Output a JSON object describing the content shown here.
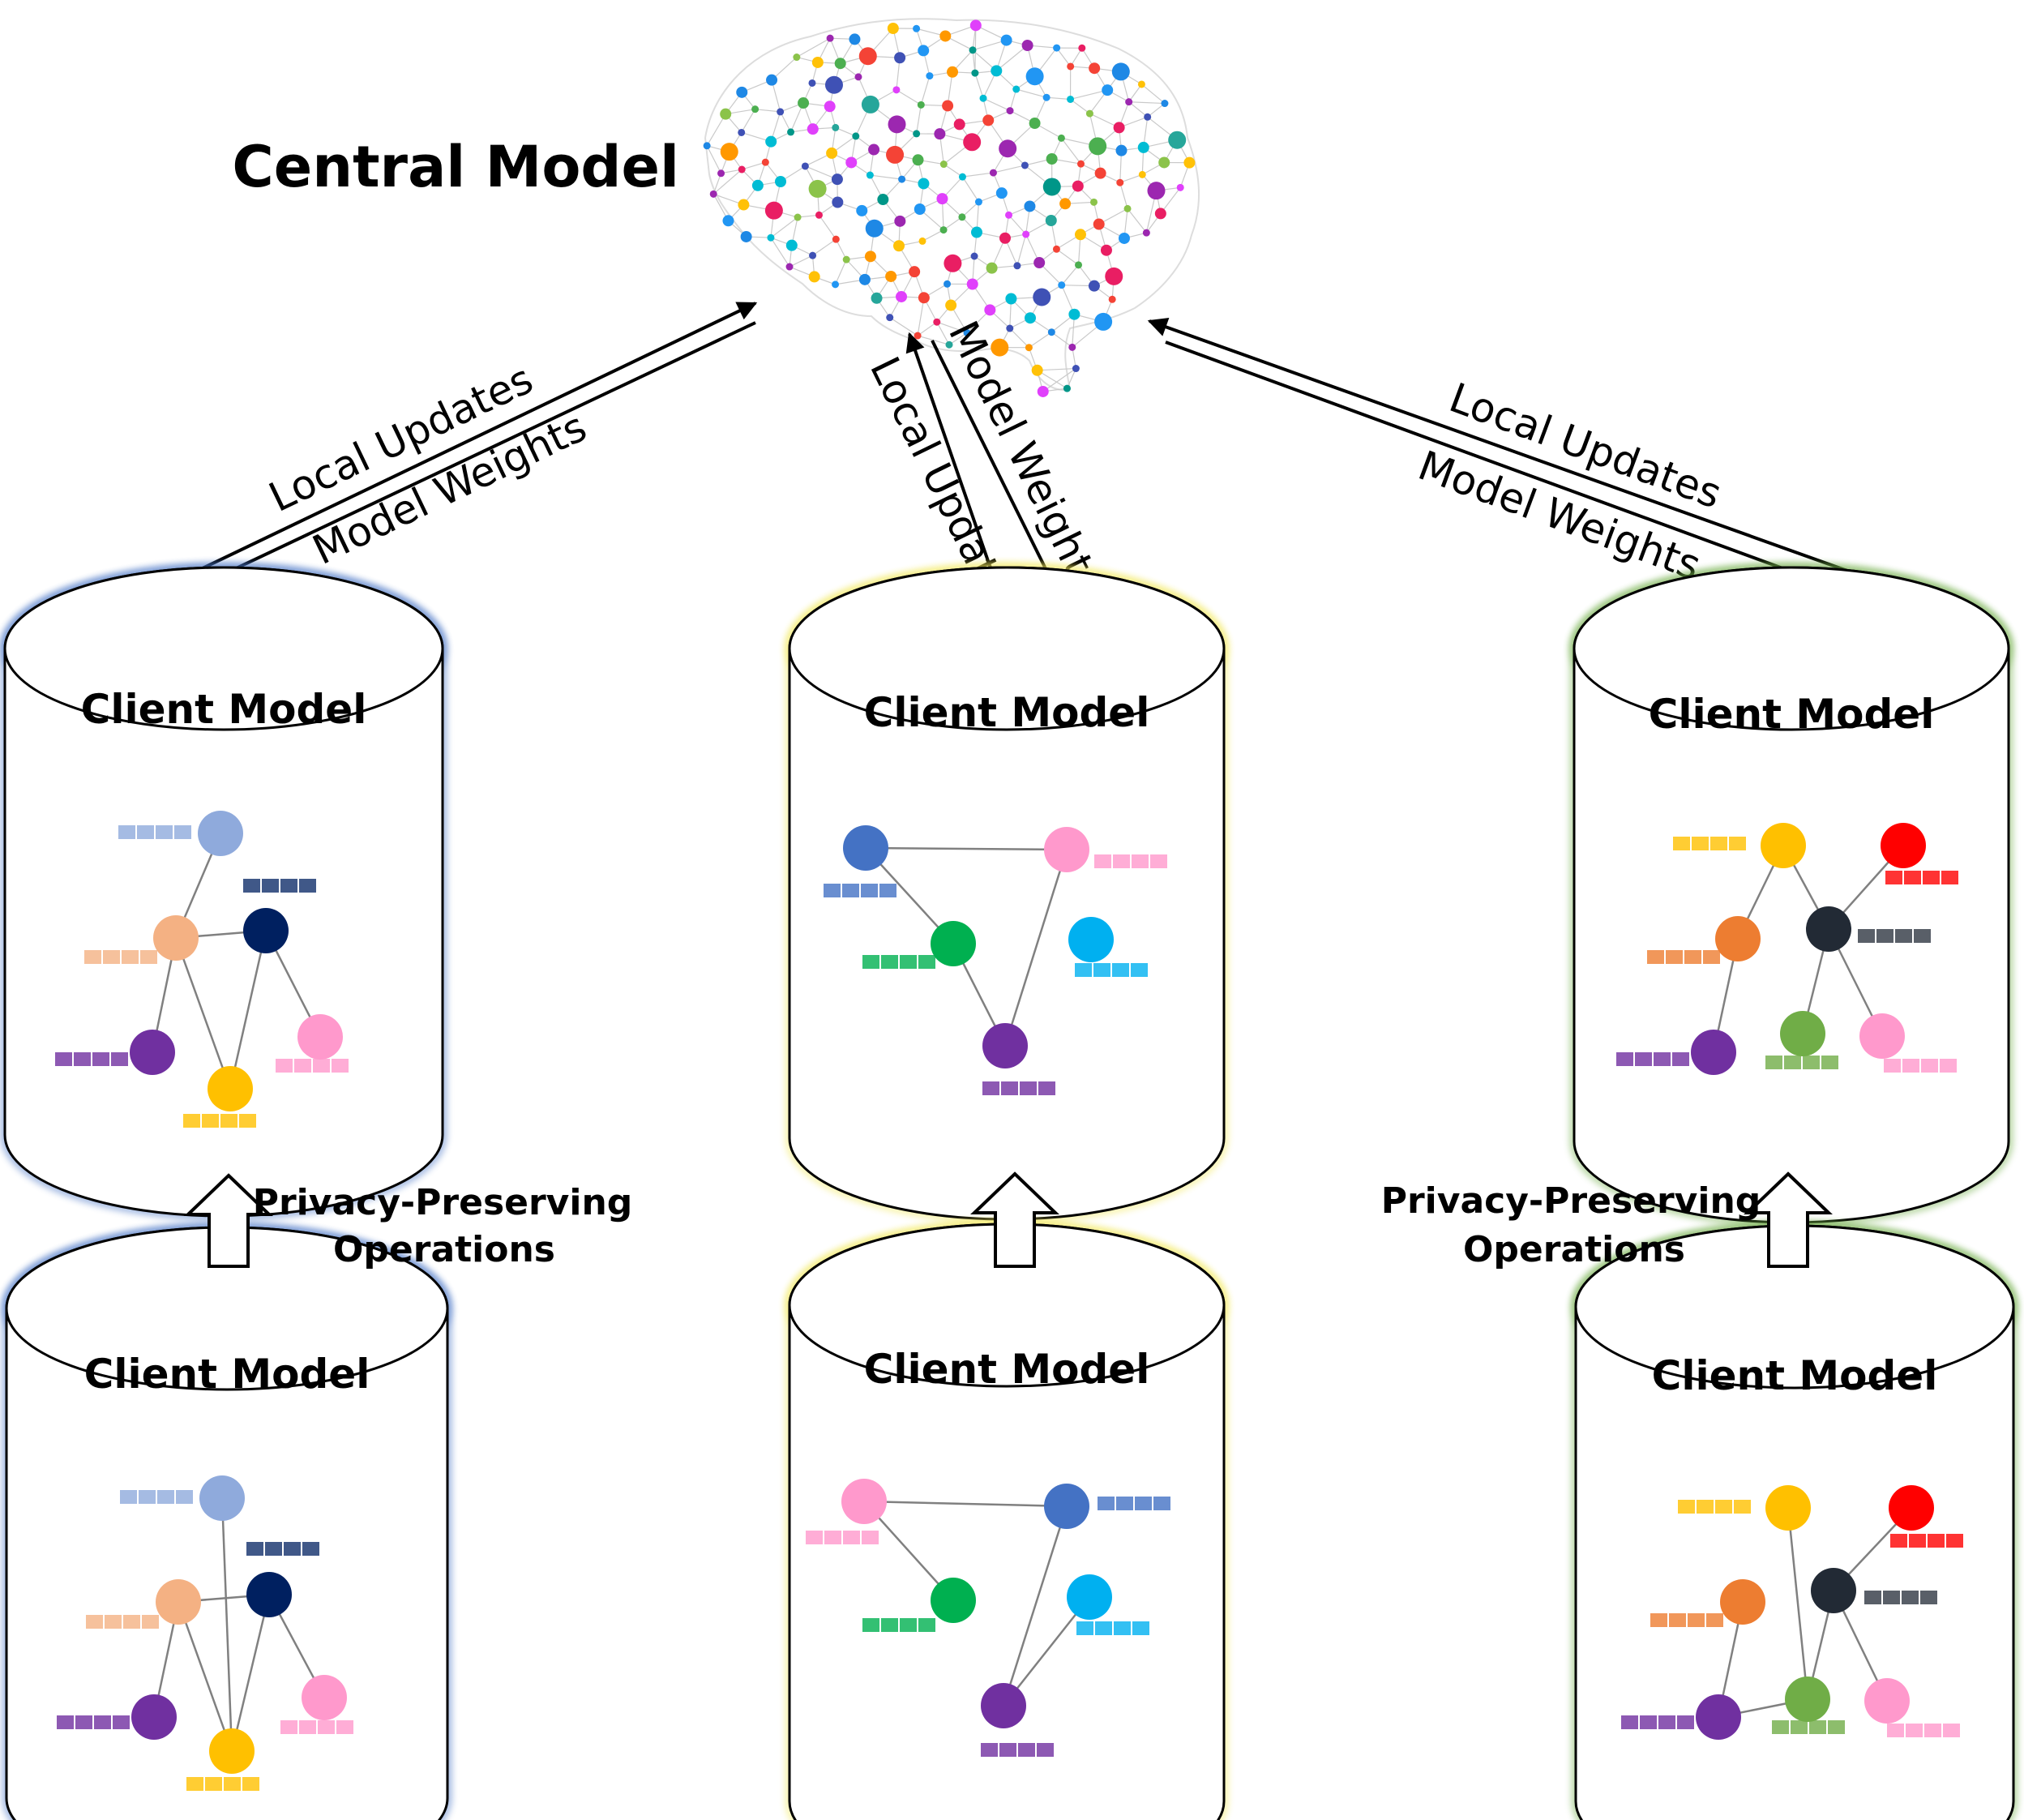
{
  "central": {
    "title": "Central Model"
  },
  "arrows": {
    "left": {
      "up": "Local Updates",
      "down": "Model Weights"
    },
    "middle": {
      "up": "Local Updates",
      "down": "Model Weights"
    },
    "right": {
      "up": "Local Updates",
      "down": "Model Weights"
    }
  },
  "privacy": {
    "left": {
      "line1": "Privacy-Preserving",
      "line2": "Operations"
    },
    "right": {
      "line1": "Privacy-Preserving",
      "line2": "Operations"
    }
  },
  "clients": {
    "top_left": {
      "title": "Client Model",
      "rim": "#4472c4"
    },
    "top_middle": {
      "title": "Client Model",
      "rim": "#f2e85a"
    },
    "top_right": {
      "title": "Client Model",
      "rim": "#70ad47"
    },
    "bottom_left": {
      "title": "Client Model",
      "rim": "#4472c4"
    },
    "bottom_middle": {
      "title": "Client Model",
      "rim": "#f2e85a"
    },
    "bottom_right": {
      "title": "Client Model",
      "rim": "#70ad47"
    }
  },
  "node_colors": {
    "light_blue": "#8faadc",
    "peach": "#f4b183",
    "navy": "#002060",
    "purple": "#7030a0",
    "yellow": "#ffc000",
    "pink": "#ff99cc",
    "blue": "#4472c4",
    "green": "#00b050",
    "cyan": "#00b0f0",
    "orange": "#ed7d31",
    "red": "#ff0000",
    "dark": "#222a35",
    "olive": "#70ad47"
  }
}
